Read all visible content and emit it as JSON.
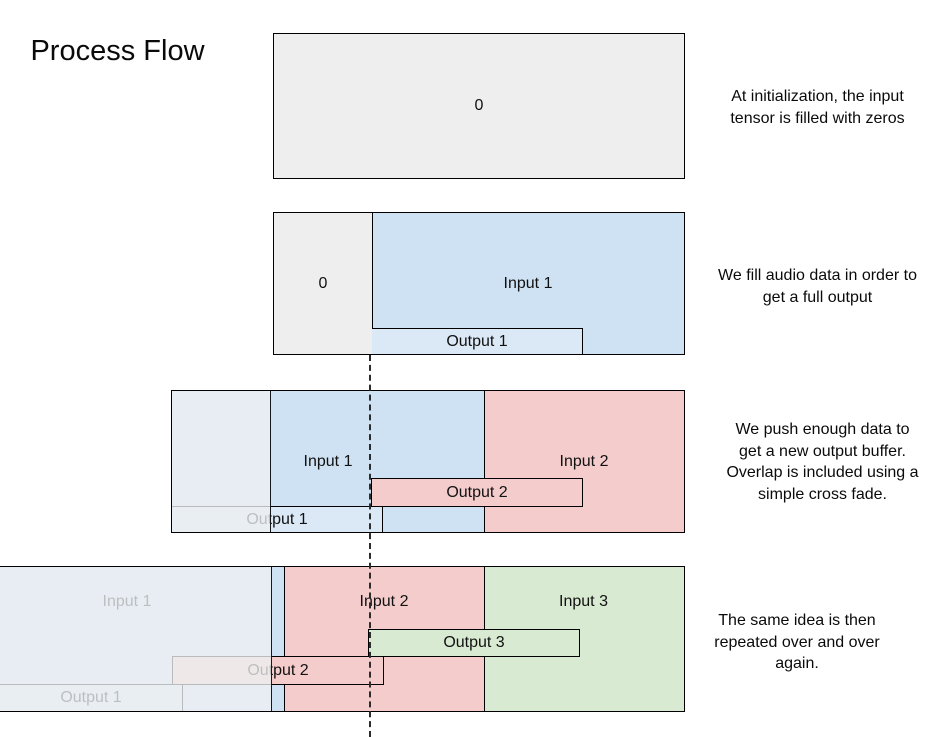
{
  "title": "Process Flow",
  "palette": {
    "zero_gray": "#eeeeee",
    "input_blue": "#cfe2f3",
    "output_blue_light": "#dbe8f5",
    "input_pink": "#f4cccc",
    "input_green": "#d9ead3",
    "border_black": "#000000",
    "faded_overlay": "rgba(237,239,241,0.78)",
    "faded_text_gray": "#aeb4ba"
  },
  "rows": [
    {
      "zero_label": "0",
      "caption_lines": [
        "At initialization, the input",
        "tensor is filled with zeros"
      ]
    },
    {
      "zero_label": "0",
      "input1_label": "Input 1",
      "output1_label": "Output 1",
      "caption_lines": [
        "We fill audio data in order to",
        "get a full output"
      ]
    },
    {
      "input1_label": "Input 1",
      "input2_label": "Input 2",
      "output1_label": "Output 1",
      "output2_label": "Output 2",
      "caption_lines": [
        "We push enough data to",
        "get a new output buffer.",
        "Overlap is included using a",
        "simple cross fade."
      ]
    },
    {
      "input1_label": "Input 1",
      "input2_label": "Input 2",
      "input3_label": "Input 3",
      "output1_label": "Output 1",
      "output2_label": "Output 2",
      "output3_label": "Output 3",
      "caption_lines": [
        "The same idea is then",
        "repeated over and over",
        "again."
      ]
    }
  ]
}
